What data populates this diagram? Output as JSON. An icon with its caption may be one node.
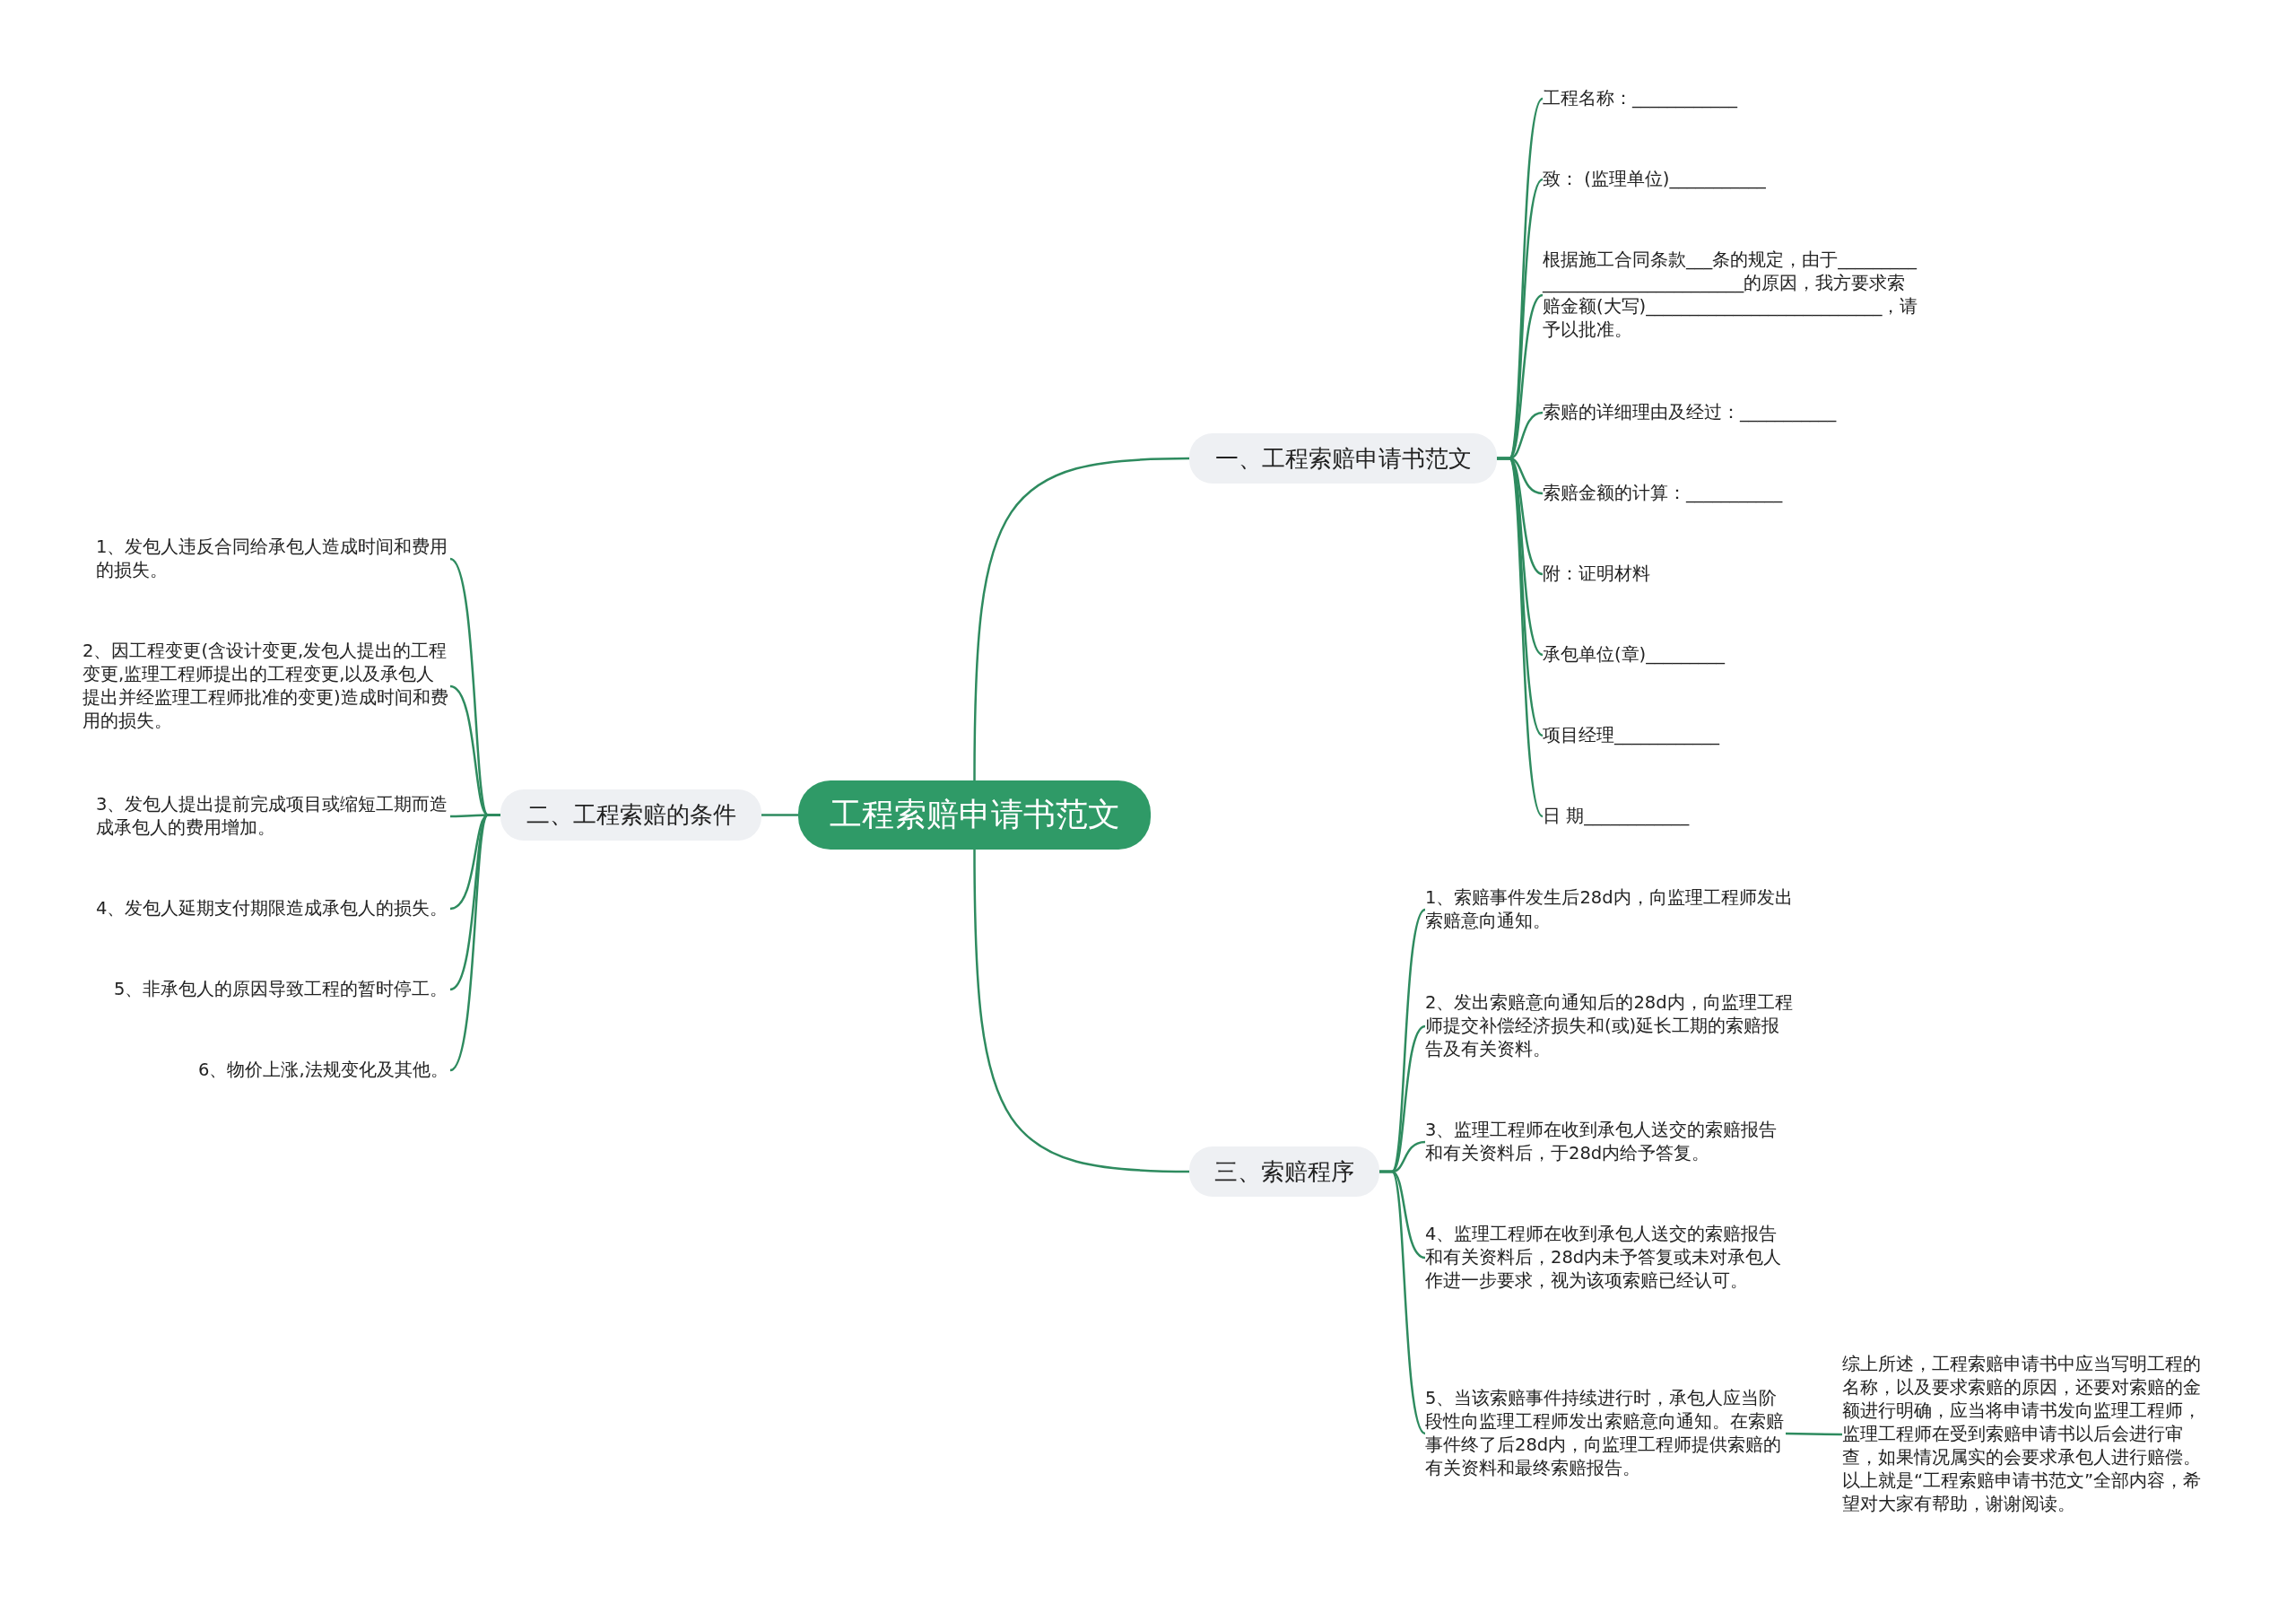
{
  "diagram": {
    "nodes": [
      {
        "text": [
          "工程索赔申请书范文"
        ]
      },
      {
        "text": [
          "一、工程索赔申请书范文"
        ]
      },
      {
        "text": [
          "工程名称：____________"
        ]
      },
      {
        "text": [
          "致： (监理单位)___________"
        ]
      },
      {
        "text": [
          "根据施工合同条款___条的规定，由于________________________________的原因，我方要求索赔金额(大写)___________________________，请予以批准。"
        ]
      },
      {
        "text": [
          "索赔的详细理由及经过：___________"
        ]
      },
      {
        "text": [
          "索赔金额的计算：___________"
        ]
      },
      {
        "text": [
          "附：证明材料"
        ]
      },
      {
        "text": [
          "承包单位(章)_________"
        ]
      },
      {
        "text": [
          "项目经理____________"
        ]
      },
      {
        "text": [
          "日 期____________"
        ]
      },
      {
        "text": [
          "二、工程索赔的条件"
        ]
      },
      {
        "text": [
          "1、发包人违反合同给承包人造成时间和费用的损失。"
        ]
      },
      {
        "text": [
          "2、因工程变更(含设计变更,发包人提出的工程变更,监理工程师提出的工程变更,以及承包人提出并经监理工程师批准的变更)造成时间和费用的损失。"
        ]
      },
      {
        "text": [
          "3、发包人提出提前完成项目或缩短工期而造成承包人的费用增加。"
        ]
      },
      {
        "text": [
          "4、发包人延期支付期限造成承包人的损失。"
        ]
      },
      {
        "text": [
          "5、非承包人的原因导致工程的暂时停工。"
        ]
      },
      {
        "text": [
          "6、物价上涨,法规变化及其他。"
        ]
      },
      {
        "text": [
          "三、索赔程序"
        ]
      },
      {
        "text": [
          "1、索赔事件发生后28d内，向监理工程师发出索赔意向通知。"
        ]
      },
      {
        "text": [
          "2、发出索赔意向通知后的28d内，向监理工程师提交补偿经济损失和(或)延长工期的索赔报告及有关资料。"
        ]
      },
      {
        "text": [
          "3、监理工程师在收到承包人送交的索赔报告和有关资料后，于28d内给予答复。"
        ]
      },
      {
        "text": [
          "4、监理工程师在收到承包人送交的索赔报告和有关资料后，28d内未予答复或未对承包人作进一步要求，视为该项索赔已经认可。"
        ]
      },
      {
        "text": [
          "5、当该索赔事件持续进行时，承包人应当阶段性向监理工程师发出索赔意向通知。在索赔事件终了后28d内，向监理工程师提供索赔的有关资料和最终索赔报告。"
        ]
      },
      {
        "text": [
          "综上所述，工程索赔申请书中应当写明工程的名称，以及要求索赔的原因，还要对索赔的金额进行明确，应当将申请书发向监理工程师，监理工程师在受到索赔申请书以后会进行审查，如果情况属实的会要求承包人进行赔偿。以上就是“工程索赔申请书范文”全部内容，希望对大家有帮助，谢谢阅读。"
        ]
      }
    ],
    "edges": [
      {
        "from": 0,
        "to": 1,
        "arrow": "none"
      },
      {
        "from": 1,
        "to": 2,
        "arrow": "none"
      },
      {
        "from": 1,
        "to": 3,
        "arrow": "none"
      },
      {
        "from": 1,
        "to": 4,
        "arrow": "none"
      },
      {
        "from": 1,
        "to": 5,
        "arrow": "none"
      },
      {
        "from": 1,
        "to": 6,
        "arrow": "none"
      },
      {
        "from": 1,
        "to": 7,
        "arrow": "none"
      },
      {
        "from": 1,
        "to": 8,
        "arrow": "none"
      },
      {
        "from": 1,
        "to": 9,
        "arrow": "none"
      },
      {
        "from": 1,
        "to": 10,
        "arrow": "none"
      },
      {
        "from": 0,
        "to": 11,
        "arrow": "none"
      },
      {
        "from": 11,
        "to": 12,
        "arrow": "none"
      },
      {
        "from": 11,
        "to": 13,
        "arrow": "none"
      },
      {
        "from": 11,
        "to": 14,
        "arrow": "none"
      },
      {
        "from": 11,
        "to": 15,
        "arrow": "none"
      },
      {
        "from": 11,
        "to": 16,
        "arrow": "none"
      },
      {
        "from": 11,
        "to": 17,
        "arrow": "none"
      },
      {
        "from": 0,
        "to": 18,
        "arrow": "none"
      },
      {
        "from": 18,
        "to": 19,
        "arrow": "none"
      },
      {
        "from": 18,
        "to": 20,
        "arrow": "none"
      },
      {
        "from": 18,
        "to": 21,
        "arrow": "none"
      },
      {
        "from": 18,
        "to": 22,
        "arrow": "none"
      },
      {
        "from": 18,
        "to": 23,
        "arrow": "none"
      },
      {
        "from": 23,
        "to": 24,
        "arrow": "none"
      }
    ]
  }
}
